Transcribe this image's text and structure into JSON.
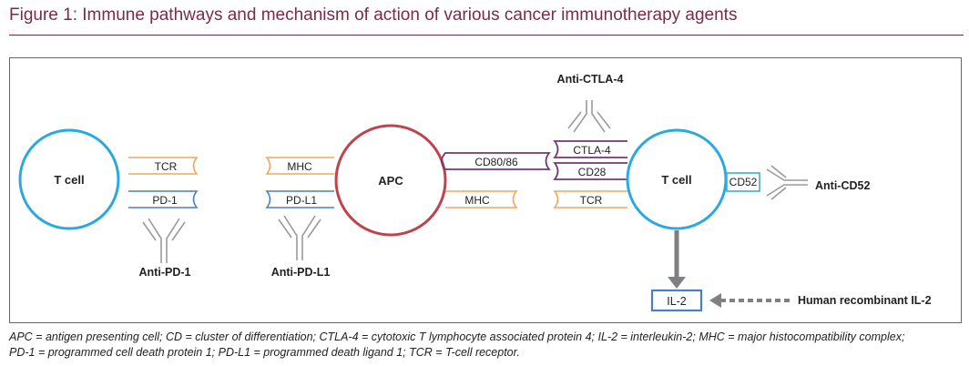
{
  "title": "Figure 1: Immune pathways and mechanism of action of various cancer immunotherapy agents",
  "colors": {
    "title": "#7d2a4a",
    "tcell": "#29a9df",
    "apc": "#c0424b",
    "tcr": "#f0a65f",
    "pd": "#4c7fbf",
    "ctla": "#6e3c6f",
    "cd52": "#3fb3b0",
    "il2": "#4c7fbf",
    "antibody": "#9a9a9a",
    "arrow": "#808080"
  },
  "nodes": {
    "t_cell_left": "T cell",
    "apc": "APC",
    "t_cell_right": "T cell"
  },
  "receptors": {
    "tcr_left": "TCR",
    "pd1": "PD-1",
    "mhc_left": "MHC",
    "pdl1": "PD-L1",
    "cd80_86": "CD80/86",
    "mhc_right": "MHC",
    "ctla4": "CTLA-4",
    "cd28": "CD28",
    "tcr_right": "TCR",
    "cd52": "CD52",
    "il2": "IL-2"
  },
  "agents": {
    "anti_pd1": "Anti-PD-1",
    "anti_pdl1": "Anti-PD-L1",
    "anti_ctla4": "Anti-CTLA-4",
    "anti_cd52": "Anti-CD52",
    "il2_recombinant": "Human recombinant IL-2"
  },
  "caption_lines": [
    "APC = antigen presenting cell; CD = cluster of differentiation; CTLA-4 = cytotoxic T lymphocyte associated protein 4; IL-2 = interleukin-2; MHC = major histocompatibility complex;",
    "PD-1 = programmed cell death protein 1; PD-L1 = programmed death ligand 1; TCR = T-cell receptor."
  ]
}
